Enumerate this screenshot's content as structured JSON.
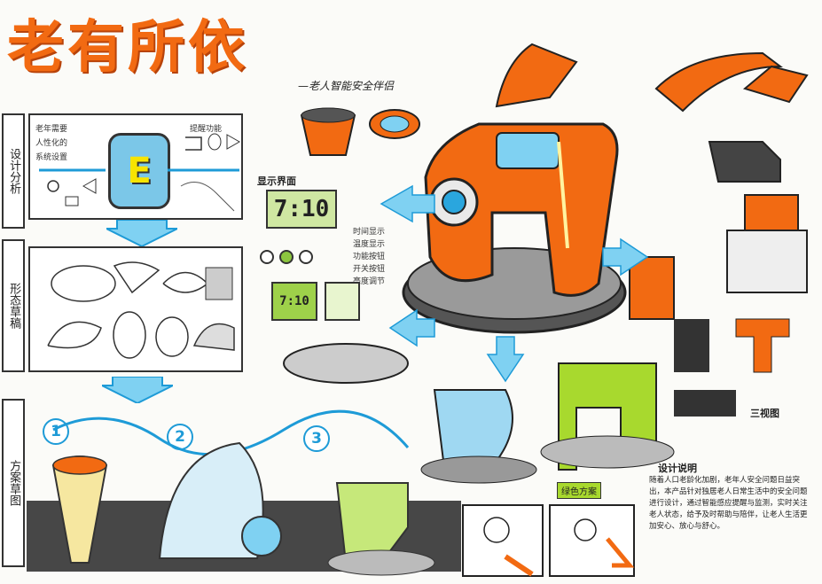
{
  "title": "老有所依",
  "subtitle": "—老人智能安全伴侣",
  "sections": {
    "analysis": "设计分析",
    "form": "形态草稿",
    "scheme": "方案草图"
  },
  "panel_top_notes": [
    "老年需要",
    "人性化的",
    "系统设置",
    "提醒功能"
  ],
  "e_icon": "E",
  "display_title": "显示界面",
  "display_digits": "7:10",
  "small_display_digits": "7:10",
  "display_notes": [
    "时间显示",
    "温度显示",
    "功能按钮",
    "开关按钮",
    "亮度调节"
  ],
  "scheme_numbers": [
    "1",
    "2",
    "3"
  ],
  "green_label": "绿色方案",
  "design_title": "设计说明",
  "design_text": "随着人口老龄化加剧，老年人安全问题日益突出，本产品针对独居老人日常生活中的安全问题进行设计，通过智能感应提醒与监测，实时关注老人状态，给予及时帮助与陪伴，让老人生活更加安心、放心与舒心。",
  "side_note": "三视图",
  "colors": {
    "orange": "#f26a12",
    "blue": "#2aa6de",
    "green": "#8cc63f",
    "dark": "#333333"
  }
}
